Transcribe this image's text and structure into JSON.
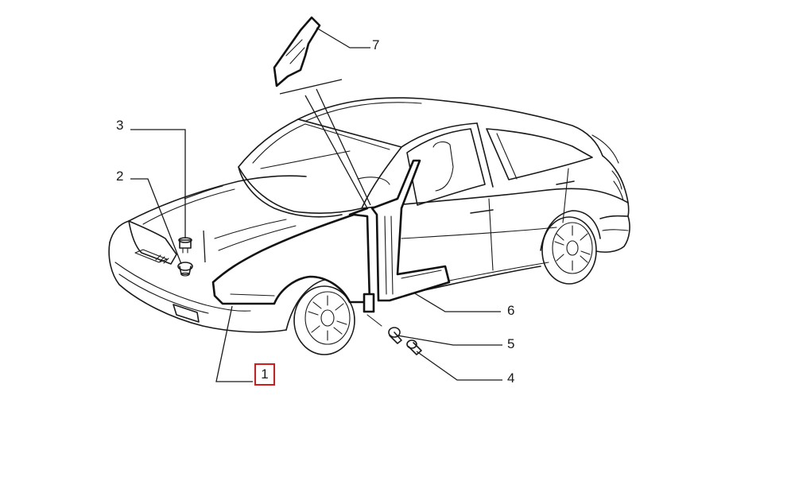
{
  "diagram": {
    "callouts": [
      {
        "id": "1",
        "label": "1",
        "highlighted": true
      },
      {
        "id": "2",
        "label": "2"
      },
      {
        "id": "3",
        "label": "3"
      },
      {
        "id": "4",
        "label": "4"
      },
      {
        "id": "5",
        "label": "5"
      },
      {
        "id": "6",
        "label": "6"
      },
      {
        "id": "7",
        "label": "7"
      }
    ],
    "highlight_color": "#d41a1a",
    "line_color": "#1a1a1a"
  }
}
